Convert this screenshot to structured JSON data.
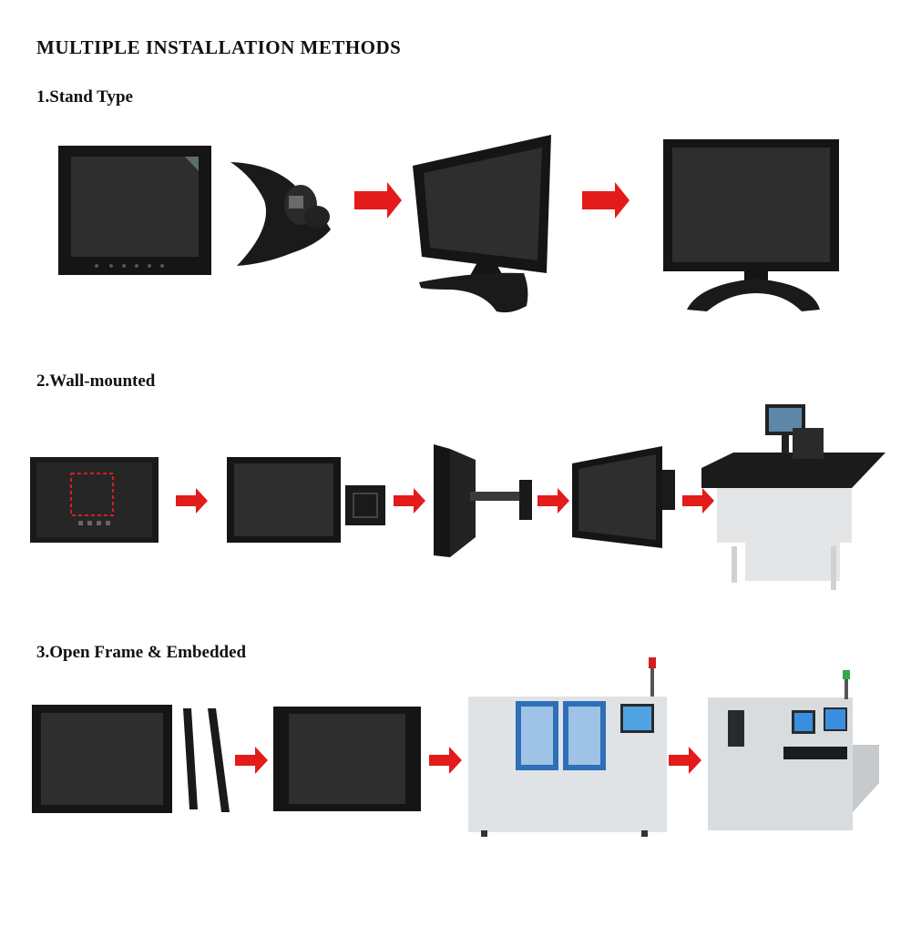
{
  "page_title": "MULTIPLE INSTALLATION METHODS",
  "sections": [
    {
      "title": "1.Stand Type"
    },
    {
      "title": "2.Wall-mounted"
    },
    {
      "title": "3.Open Frame & Embedded"
    }
  ],
  "colors": {
    "arrow": "#e31b1b",
    "monitor_bezel": "#151515",
    "monitor_screen": "#2e2e2e",
    "machine_body": "#dfe3e6",
    "machine_window": "#2e6fb8",
    "table_top": "#1b1b1b"
  }
}
